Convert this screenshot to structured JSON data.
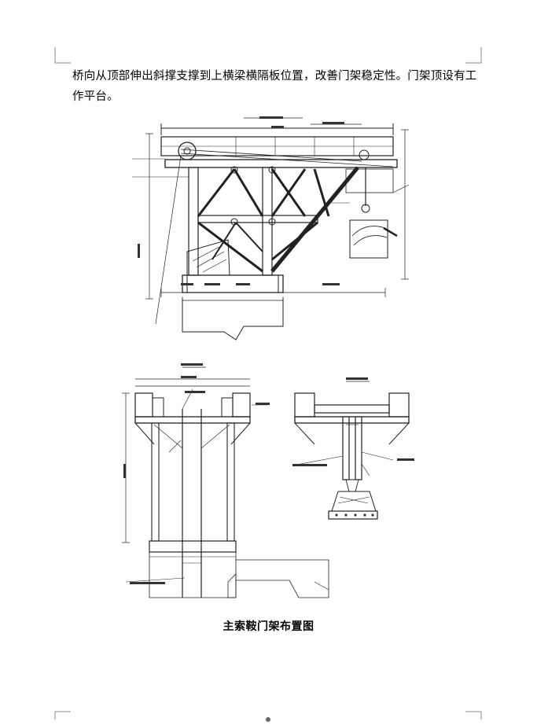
{
  "paragraph": {
    "line1": "桥向从顶部伸出斜撑支撑到上横梁横隔板位置，改善门架稳定性。门架顶设有工",
    "line2": "作平台。"
  },
  "figure": {
    "caption": "主索鞍门架布置图"
  }
}
